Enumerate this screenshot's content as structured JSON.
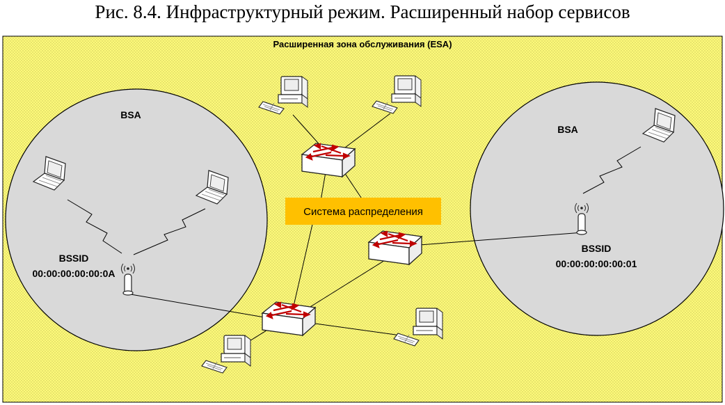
{
  "caption": "Рис. 8.4. Инфраструктурный режим. Расширенный набор сервисов",
  "esa_title": "Расширенная зона обслуживания (ESA)",
  "distribution_system_label": "Система распределения",
  "left_bss": {
    "title": "BSA",
    "bssid_label": "BSSID",
    "bssid_value": "00:00:00:00:00:0A"
  },
  "right_bss": {
    "title": "BSA",
    "bssid_label": "BSSID",
    "bssid_value": "00:00:00:00:00:01"
  },
  "colors": {
    "esa_background": "#fdfa7a",
    "bsa_circle": "#d9d9d9",
    "distribution_label_bg": "#ffc000",
    "switch_arrow": "#c00000"
  }
}
